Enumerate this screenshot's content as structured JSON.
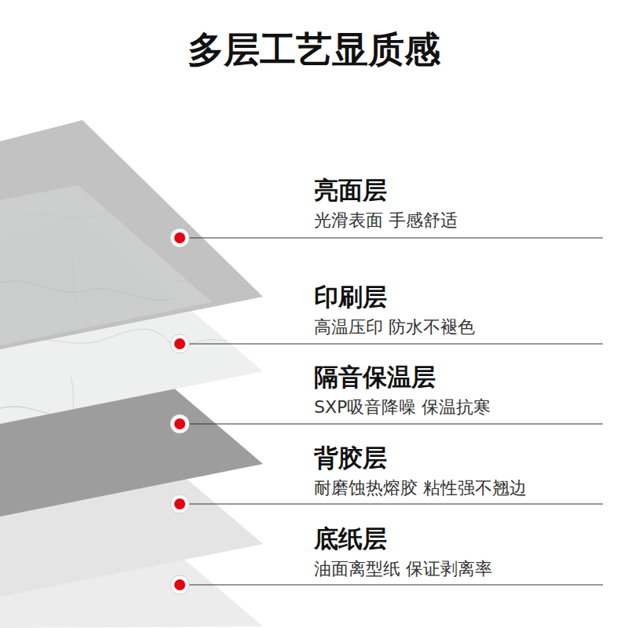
{
  "diagram": {
    "title": "多层工艺显质感",
    "labels": [
      "亮面层",
      "光滑表面 手感舒适",
      "印刷层",
      "高温压印 防水不褪色",
      "隔音保温层",
      "SXP吸音降噪 保温抗寒",
      "背胶层",
      "耐磨蚀热熔胶 粘性强不翘边",
      "底纸层",
      "油面离型纸 保证剥离率"
    ]
  }
}
